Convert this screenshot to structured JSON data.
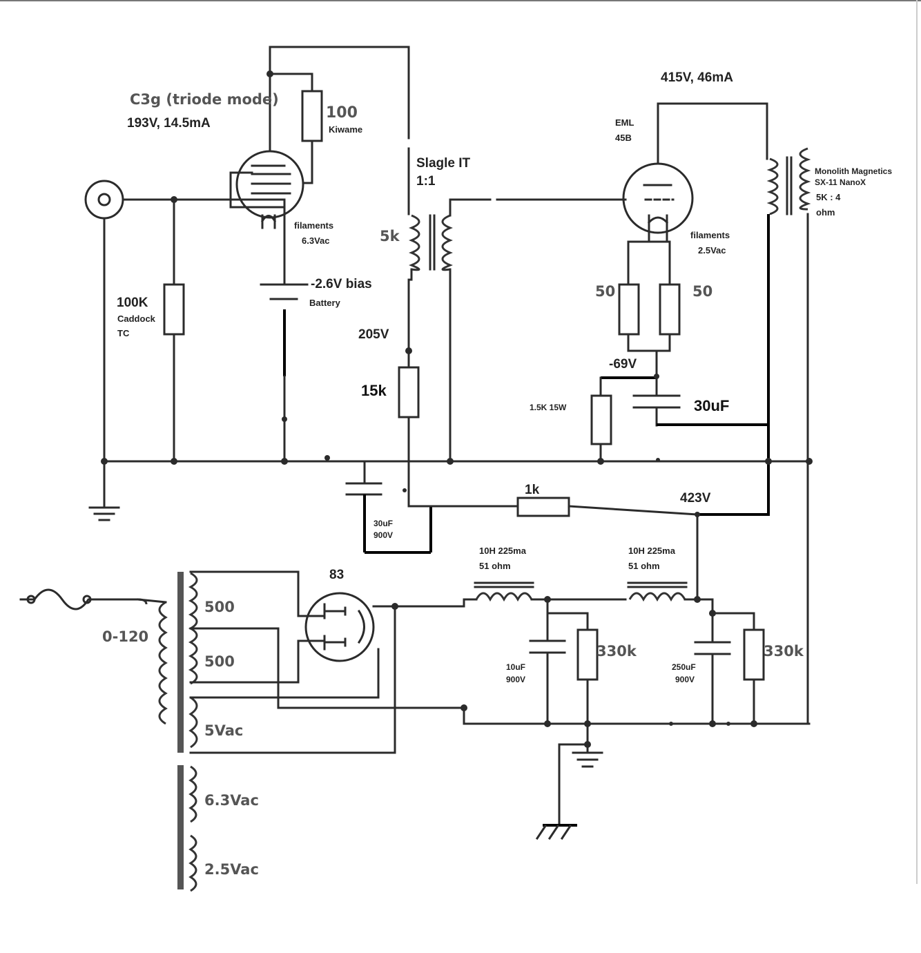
{
  "labels": {
    "c3g_name": "C3g (triode mode)",
    "c3g_op": "193V, 14.5mA",
    "r100_val": "100",
    "r100_brand": "Kiwame",
    "filaments_1": "filaments",
    "filaments_1_v": "6.3Vac",
    "bias": "-2.6V bias",
    "battery": "Battery",
    "r100k_val": "100K",
    "r100k_brand": "Caddock",
    "r100k_type": "TC",
    "slagle_name": "Slagle IT",
    "slagle_ratio": "1:1",
    "slagle_5k": "5k",
    "v205": "205V",
    "r15k": "15k",
    "eml_op": "415V, 46mA",
    "eml_name1": "EML",
    "eml_name2": "45B",
    "filaments_2": "filaments",
    "filaments_2_v": "2.5Vac",
    "r50_left": "50",
    "r50_right": "50",
    "v_neg69": "-69V",
    "r1_5k": "1.5K 15W",
    "c30uf": "30uF",
    "ot_brand": "Monolith Magnetics",
    "ot_model": "SX-11 NanoX",
    "ot_ratio": "5K : 4",
    "ot_ohm": "ohm",
    "r1k": "1k",
    "v423": "423V",
    "c30uf_small": "30uF",
    "c30uf_small_v": "900V",
    "rect": "83",
    "choke1_a": "10H 225ma",
    "choke1_b": "51 ohm",
    "choke2_a": "10H 225ma",
    "choke2_b": "51 ohm",
    "pt_primary": "0-120",
    "pt_500a": "500",
    "pt_500b": "500",
    "pt_5vac": "5Vac",
    "pt_6_3vac": "6.3Vac",
    "pt_2_5vac": "2.5Vac",
    "c10uf": "10uF",
    "c10uf_v": "900V",
    "r330k_1": "330k",
    "c250uf": "250uF",
    "c250uf_v": "900V",
    "r330k_2": "330k"
  }
}
